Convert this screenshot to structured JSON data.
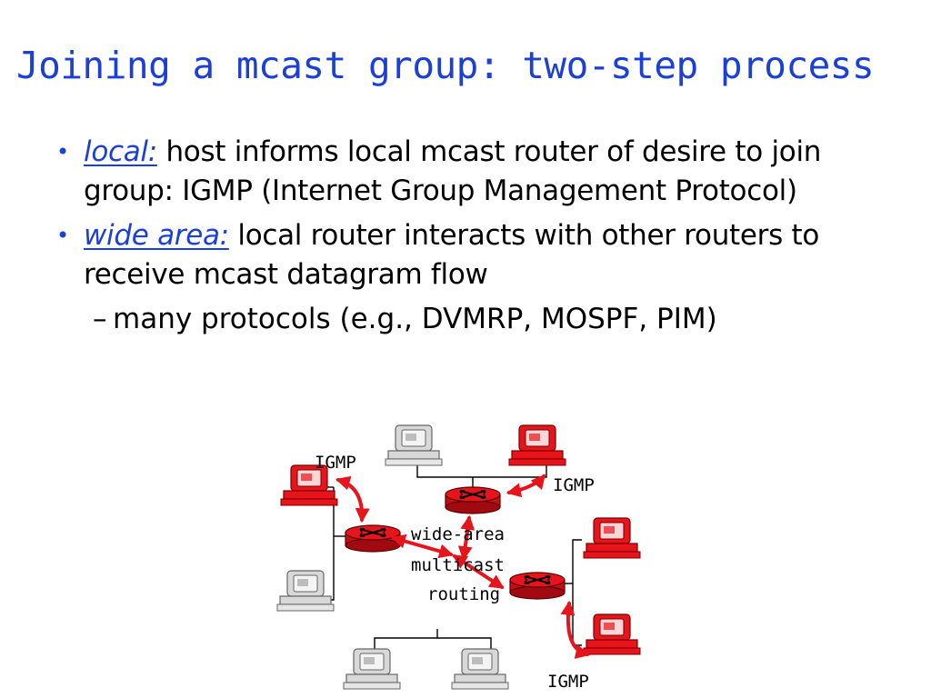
{
  "slide": {
    "title": "Joining a mcast group: two-step process"
  },
  "bullets": [
    {
      "term": "local:",
      "text": " host informs local mcast router of desire to join group: IGMP (Internet Group Management Protocol)"
    },
    {
      "term": "wide area:",
      "text": " local router interacts with other routers to receive mcast datagram flow"
    }
  ],
  "sub_bullets": [
    {
      "dash": "–",
      "text": "many protocols (e.g., DVMRP, MOSPF, PIM)"
    }
  ],
  "diagram": {
    "labels": {
      "igmp_left": "IGMP",
      "igmp_right": "IGMP",
      "igmp_bottom": "IGMP",
      "wide_area_1": "wide-area",
      "wide_area_2": "multicast",
      "wide_area_3": "routing"
    },
    "colors": {
      "router": "#e8141b",
      "arrow": "#e8141b",
      "member_host": "#e8141b",
      "plain_host": "#c8c8c8",
      "link": "#000000"
    }
  }
}
